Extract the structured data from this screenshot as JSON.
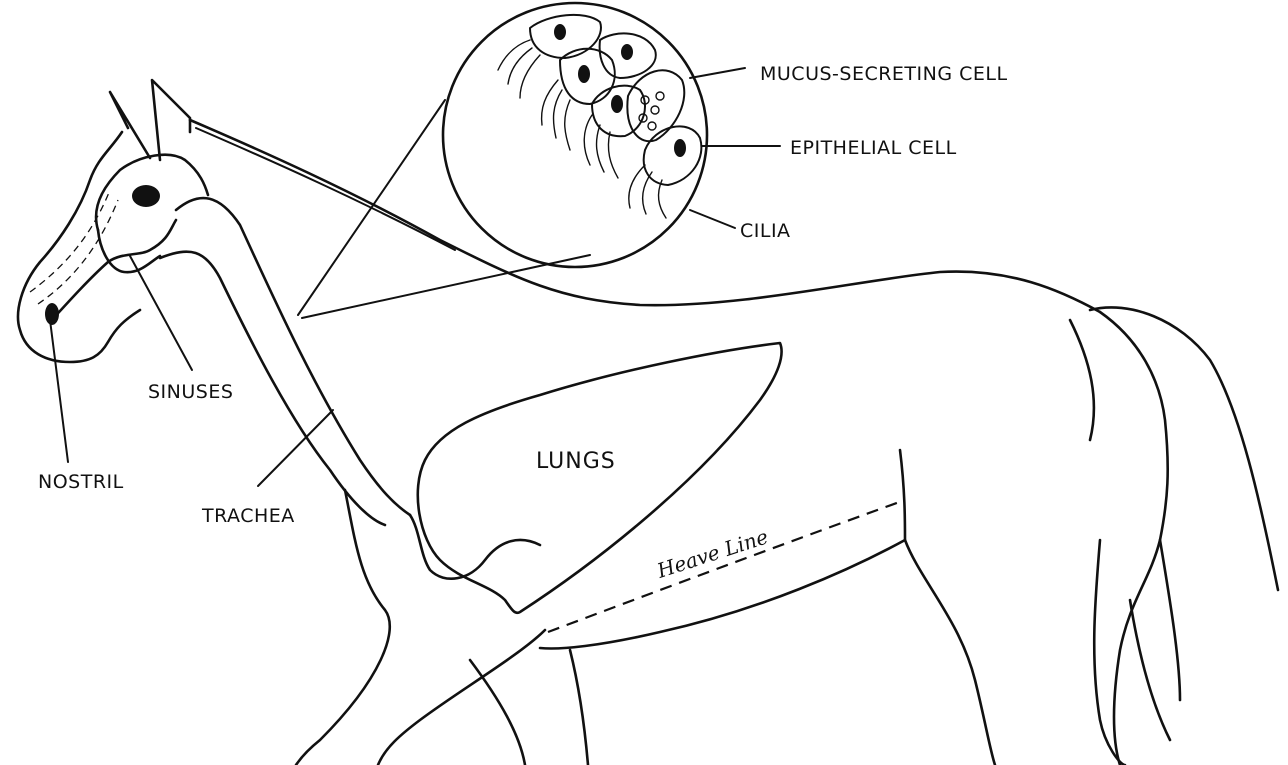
{
  "labels": {
    "mucus_cell": "MUCUS-SECRETING CELL",
    "epithelial_cell": "EPITHELIAL CELL",
    "cilia": "CILIA",
    "sinuses": "SINUSES",
    "nostril": "NOSTRIL",
    "trachea": "TRACHEA",
    "lungs": "LUNGS",
    "heave_line": "Heave Line"
  },
  "colors": {
    "ink": "#111111",
    "paper": "#ffffff"
  }
}
